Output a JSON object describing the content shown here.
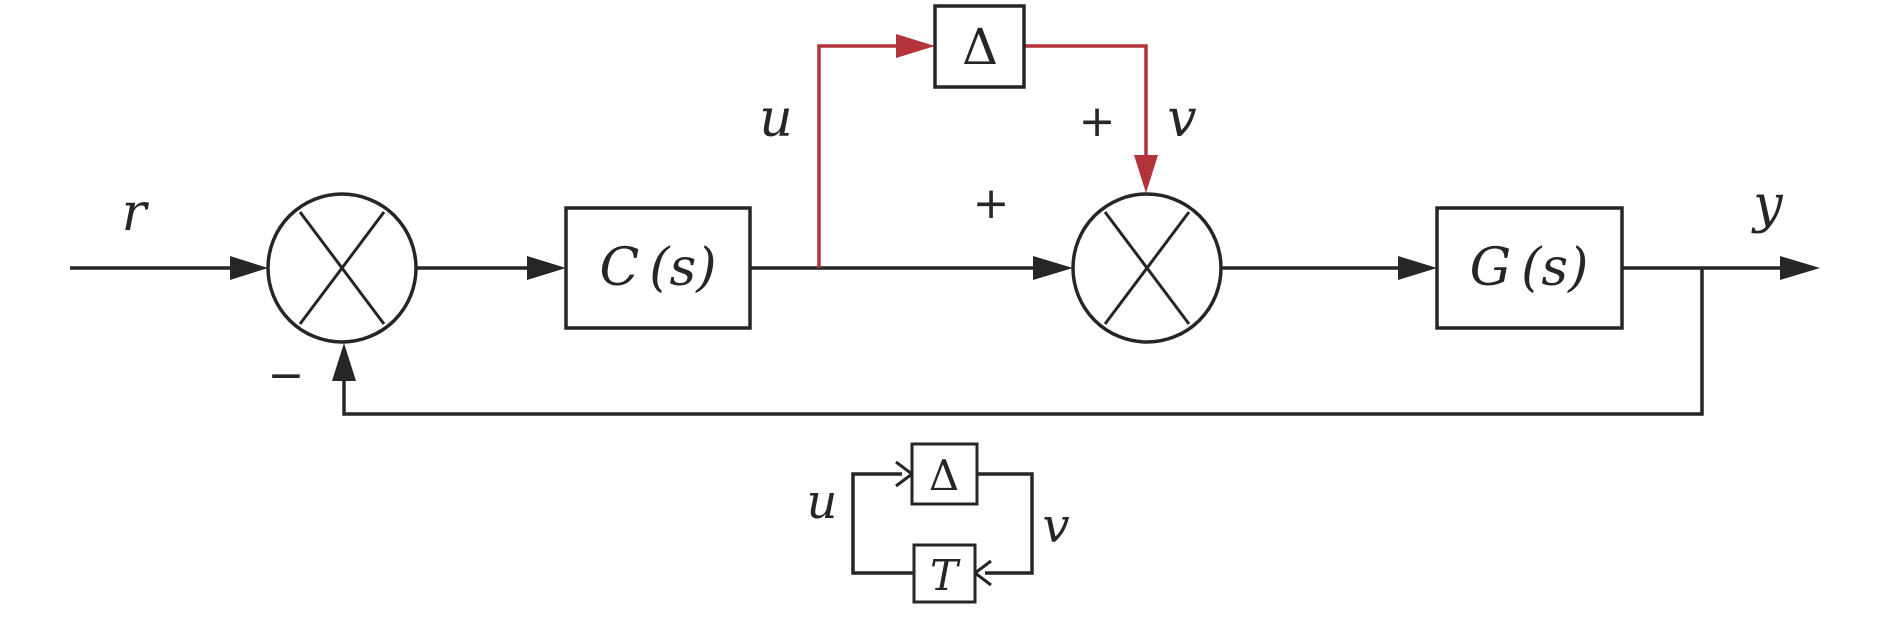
{
  "diagram": {
    "signals": {
      "r": "r",
      "u": "u",
      "v": "v",
      "y": "y"
    },
    "blocks": {
      "controller": {
        "name": "C",
        "arg": "(s)"
      },
      "plant": {
        "name": "G",
        "arg": "(s)"
      },
      "uncertainty": "Δ"
    },
    "signs": {
      "feedback_minus": "−",
      "direct_plus": "+",
      "uncertainty_plus": "+"
    },
    "inset": {
      "u": "u",
      "v": "v",
      "delta": "Δ",
      "t": "T"
    },
    "colors": {
      "line": "#262626",
      "uncertainty_path": "#b2333a"
    }
  }
}
